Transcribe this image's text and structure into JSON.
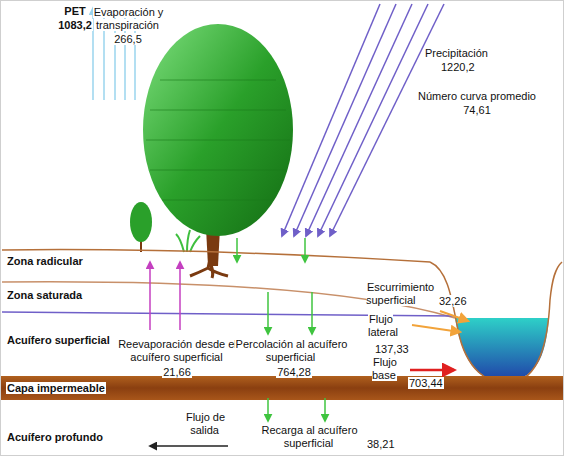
{
  "diagram": {
    "labels": [
      "PET",
      "1083,2",
      "Evaporación y transpiración",
      "266,5",
      "Precipitación",
      "1220,2",
      "Número curva promedio",
      "74,61",
      "Zona radicular",
      "Zona saturada",
      "Acuífero superficial",
      "Capa impermeable",
      "Acuífero profundo",
      "Escurrimiento superficial",
      "32,26",
      "Flujo lateral",
      "137,33",
      "Flujo base",
      "703,44",
      "Reevaporación desde el acuífero superficial",
      "21,66",
      "Percolación al acuífero superficial",
      "764,28",
      "Recarga al acuífero superficial",
      "38,21",
      "Flujo de salida"
    ]
  }
}
